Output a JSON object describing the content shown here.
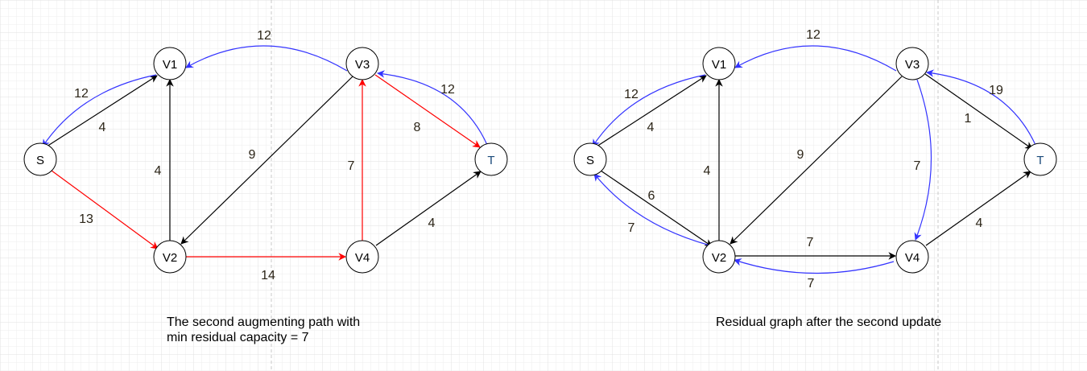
{
  "colors": {
    "black": "#000000",
    "blue": "#3333ff",
    "red": "#ff0000",
    "label": "#2b2417"
  },
  "graphs": [
    {
      "name": "augmenting-path-graph",
      "nodes": [
        "S",
        "V1",
        "V2",
        "V3",
        "V4",
        "T"
      ],
      "edges": [
        {
          "from": "V3",
          "to": "V1",
          "color": "blue",
          "label": "12"
        },
        {
          "from": "S",
          "to": "V1",
          "color": "black",
          "label": "4"
        },
        {
          "from": "V1",
          "to": "S",
          "color": "blue",
          "label": "12"
        },
        {
          "from": "V2",
          "to": "V1",
          "color": "black",
          "label": "4"
        },
        {
          "from": "V3",
          "to": "V2",
          "color": "black",
          "label": "9"
        },
        {
          "from": "S",
          "to": "V2",
          "color": "red",
          "label": "13"
        },
        {
          "from": "V2",
          "to": "V4",
          "color": "red",
          "label": "14"
        },
        {
          "from": "V4",
          "to": "V3",
          "color": "red",
          "label": "7"
        },
        {
          "from": "V3",
          "to": "T",
          "color": "red",
          "label": "8"
        },
        {
          "from": "T",
          "to": "V3",
          "color": "blue",
          "label": "12"
        },
        {
          "from": "V4",
          "to": "T",
          "color": "black",
          "label": "4"
        }
      ],
      "caption": [
        "The second augmenting path with",
        "min residual capacity = 7"
      ]
    },
    {
      "name": "residual-graph",
      "nodes": [
        "S",
        "V1",
        "V2",
        "V3",
        "V4",
        "T"
      ],
      "edges": [
        {
          "from": "V3",
          "to": "V1",
          "color": "blue",
          "label": "12"
        },
        {
          "from": "S",
          "to": "V1",
          "color": "black",
          "label": "4"
        },
        {
          "from": "V1",
          "to": "S",
          "color": "blue",
          "label": "12"
        },
        {
          "from": "V2",
          "to": "V1",
          "color": "black",
          "label": "4"
        },
        {
          "from": "V3",
          "to": "V2",
          "color": "black",
          "label": "9"
        },
        {
          "from": "S",
          "to": "V2",
          "color": "black",
          "label": "6"
        },
        {
          "from": "V2",
          "to": "S",
          "color": "blue",
          "label": "7"
        },
        {
          "from": "V2",
          "to": "V4",
          "color": "black",
          "label": "7"
        },
        {
          "from": "V4",
          "to": "V2",
          "color": "blue",
          "label": "7"
        },
        {
          "from": "V3",
          "to": "V4",
          "color": "blue",
          "label": "7"
        },
        {
          "from": "V3",
          "to": "T",
          "color": "black",
          "label": "1"
        },
        {
          "from": "T",
          "to": "V3",
          "color": "blue",
          "label": "19"
        },
        {
          "from": "V4",
          "to": "T",
          "color": "black",
          "label": "4"
        }
      ],
      "caption": [
        "Residual graph after the second update"
      ]
    }
  ]
}
